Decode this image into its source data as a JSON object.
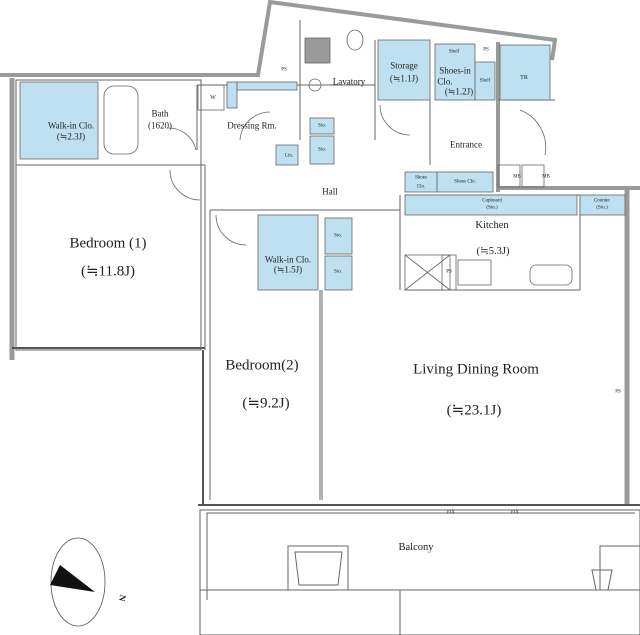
{
  "plan": {
    "colors": {
      "closet_fill": "#bfe0f0",
      "wall": "#9a9a9a",
      "line": "#555555",
      "background": "#ffffff"
    },
    "rooms": [
      {
        "id": "bedroom1",
        "name": "Bedroom (1)",
        "area": "(≒11.8J)"
      },
      {
        "id": "bedroom2",
        "name": "Bedroom(2)",
        "area": "(≒9.2J)"
      },
      {
        "id": "ldr",
        "name": "Living Dining Room",
        "area": "(≒23.1J)"
      },
      {
        "id": "kitchen",
        "name": "Kitchen",
        "area": "(≒5.3J)"
      },
      {
        "id": "wic1",
        "name": "Walk-in Clo.",
        "area": "(≒2.3J)"
      },
      {
        "id": "wic2",
        "name": "Walk-in Clo.",
        "area": "(≒1.5J)"
      },
      {
        "id": "bath",
        "name": "Bath",
        "area": "(1620)"
      },
      {
        "id": "dressing",
        "name": "Dressing Rm."
      },
      {
        "id": "lavatory",
        "name": "Lavatory"
      },
      {
        "id": "storage",
        "name": "Storage",
        "area": "(≒1.1J)"
      },
      {
        "id": "shoesin",
        "name": "Shoes-in",
        "name2": "Clo.",
        "area": "(≒1.2J)"
      },
      {
        "id": "tr",
        "name": "TR"
      },
      {
        "id": "entrance",
        "name": "Entrance"
      },
      {
        "id": "hall",
        "name": "Hall"
      },
      {
        "id": "balcony",
        "name": "Balcony"
      }
    ],
    "small_labels": {
      "ps": "PS",
      "w": "W",
      "lin": "Lin.",
      "sto": "Sto.",
      "shelf": "Shelf",
      "mb": "MB",
      "shoes_clo": "Shoes",
      "shoes_clo2": "Clo.",
      "shoes_clo_wide": "Shoes Clo.",
      "cupboard": "Cupboard",
      "counter": "Counter",
      "sto_paren": "(Sto.)",
      "fix": "FIX"
    },
    "compass": {
      "label": "N"
    }
  }
}
